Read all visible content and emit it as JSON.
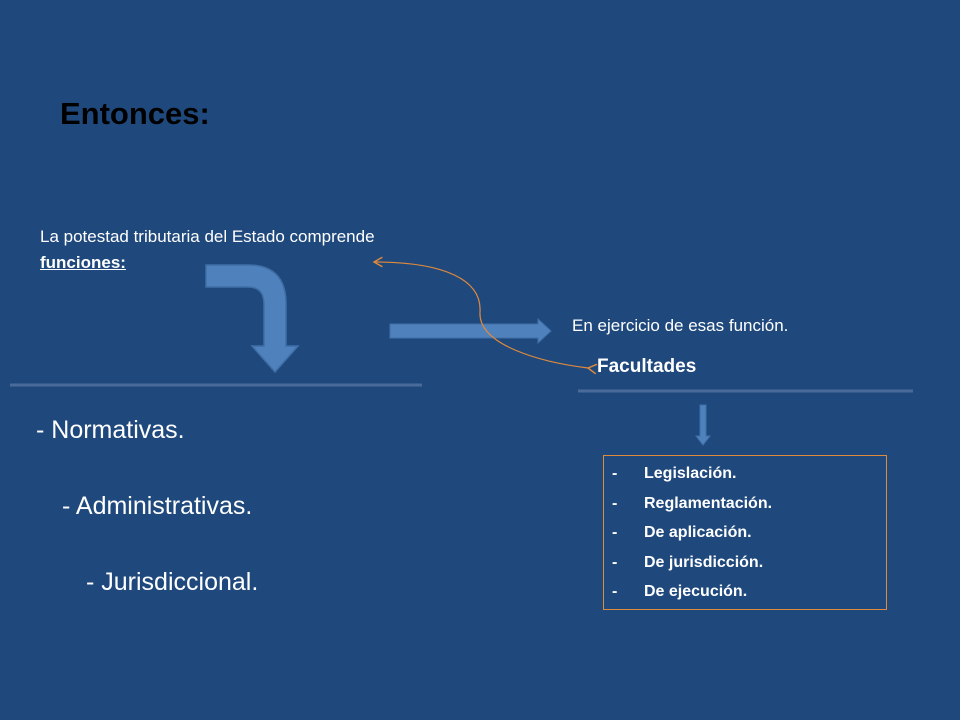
{
  "title": "Entonces:",
  "intro": {
    "text": "La potestad tributaria del Estado comprende",
    "underlined": "funciones:"
  },
  "functions": [
    "- Normativas.",
    "- Administrativas.",
    "- Jurisdiccional."
  ],
  "exercise_text": "En ejercicio de esas función.",
  "facultades": {
    "heading": "Facultades",
    "items": [
      "Legislación.",
      "Reglamentación.",
      "De aplicación.",
      "De jurisdicción.",
      "De ejecución."
    ]
  },
  "colors": {
    "background": "#1f497d",
    "arrow_fill": "#4f81bd",
    "curve_arrow": "#e08a3c",
    "box_border": "#e08a3c",
    "divider": "#4a6a9a"
  }
}
